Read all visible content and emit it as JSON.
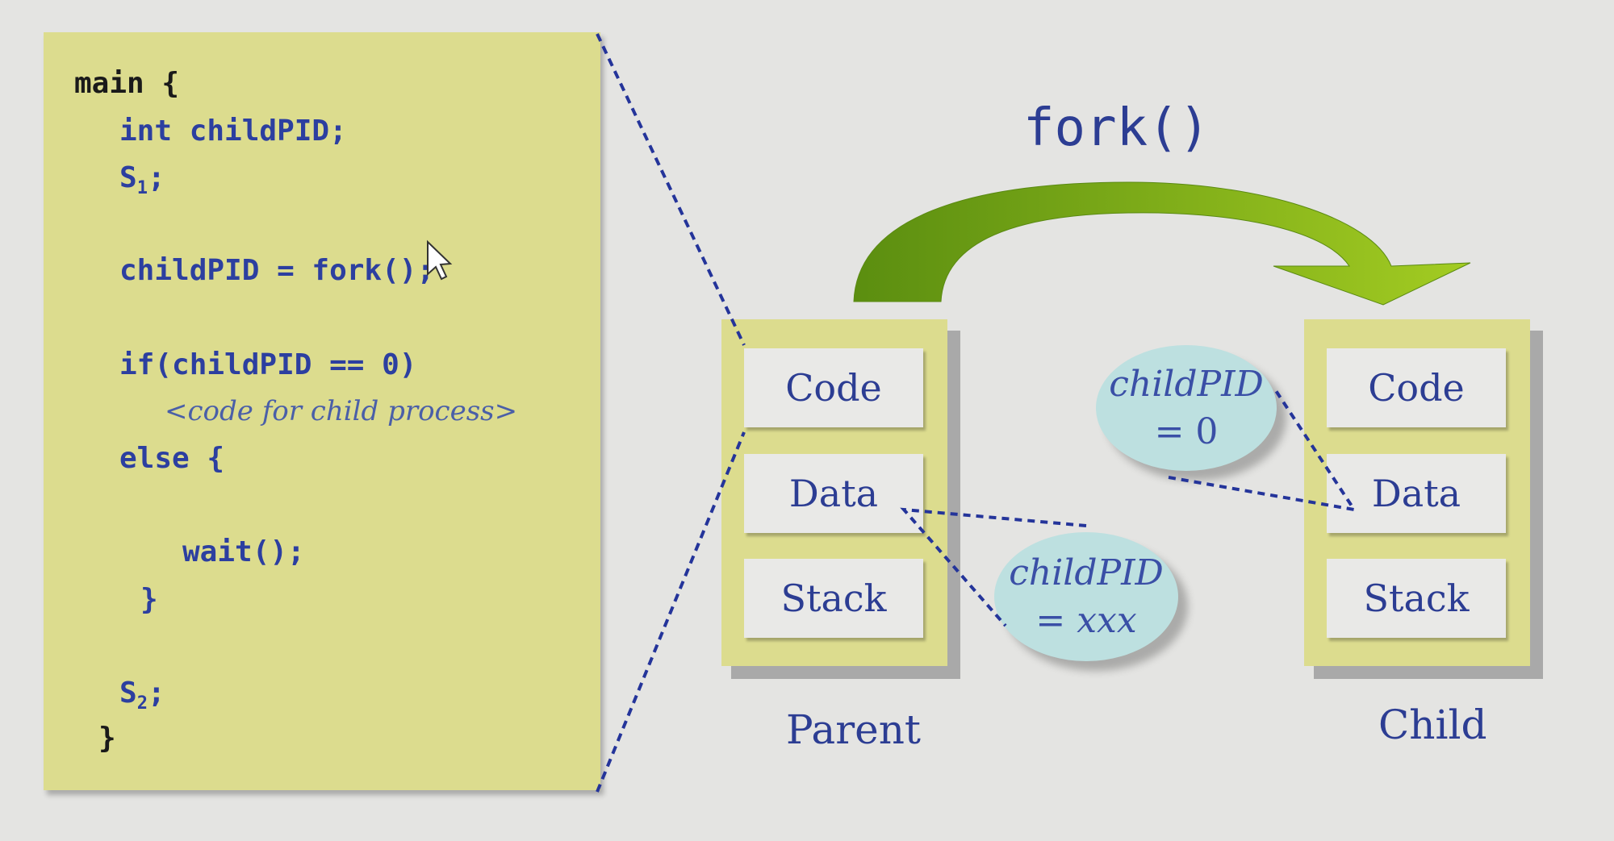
{
  "code": {
    "main_open": "main {",
    "decl": "int childPID;",
    "s1_base": "S",
    "s1_sub": "1",
    "s1_end": ";",
    "fork_call": "childPID = fork();",
    "if_line": "if(childPID == 0)",
    "child_comment": "<code for child process>",
    "else_line": "else {",
    "wait_call": "wait();",
    "else_close": "}",
    "s2_base": "S",
    "s2_sub": "2",
    "s2_end": ";",
    "main_close": "}"
  },
  "title": "fork()",
  "parent": {
    "label": "Parent",
    "segments": [
      "Code",
      "Data",
      "Stack"
    ],
    "pid_line1": "childPID",
    "pid_line2": "= xxx"
  },
  "child": {
    "label": "Child",
    "segments": [
      "Code",
      "Data",
      "Stack"
    ],
    "pid_line1": "childPID",
    "pid_line2": "= 0"
  },
  "colors": {
    "panel": "#dcdc8e",
    "code_black": "#1a1a1a",
    "code_blue": "#2c3fa0",
    "text_blue": "#2c3d93",
    "bubble": "#bde0e0",
    "arrow_dark": "#5b8e10",
    "arrow_light": "#9cc81e"
  }
}
